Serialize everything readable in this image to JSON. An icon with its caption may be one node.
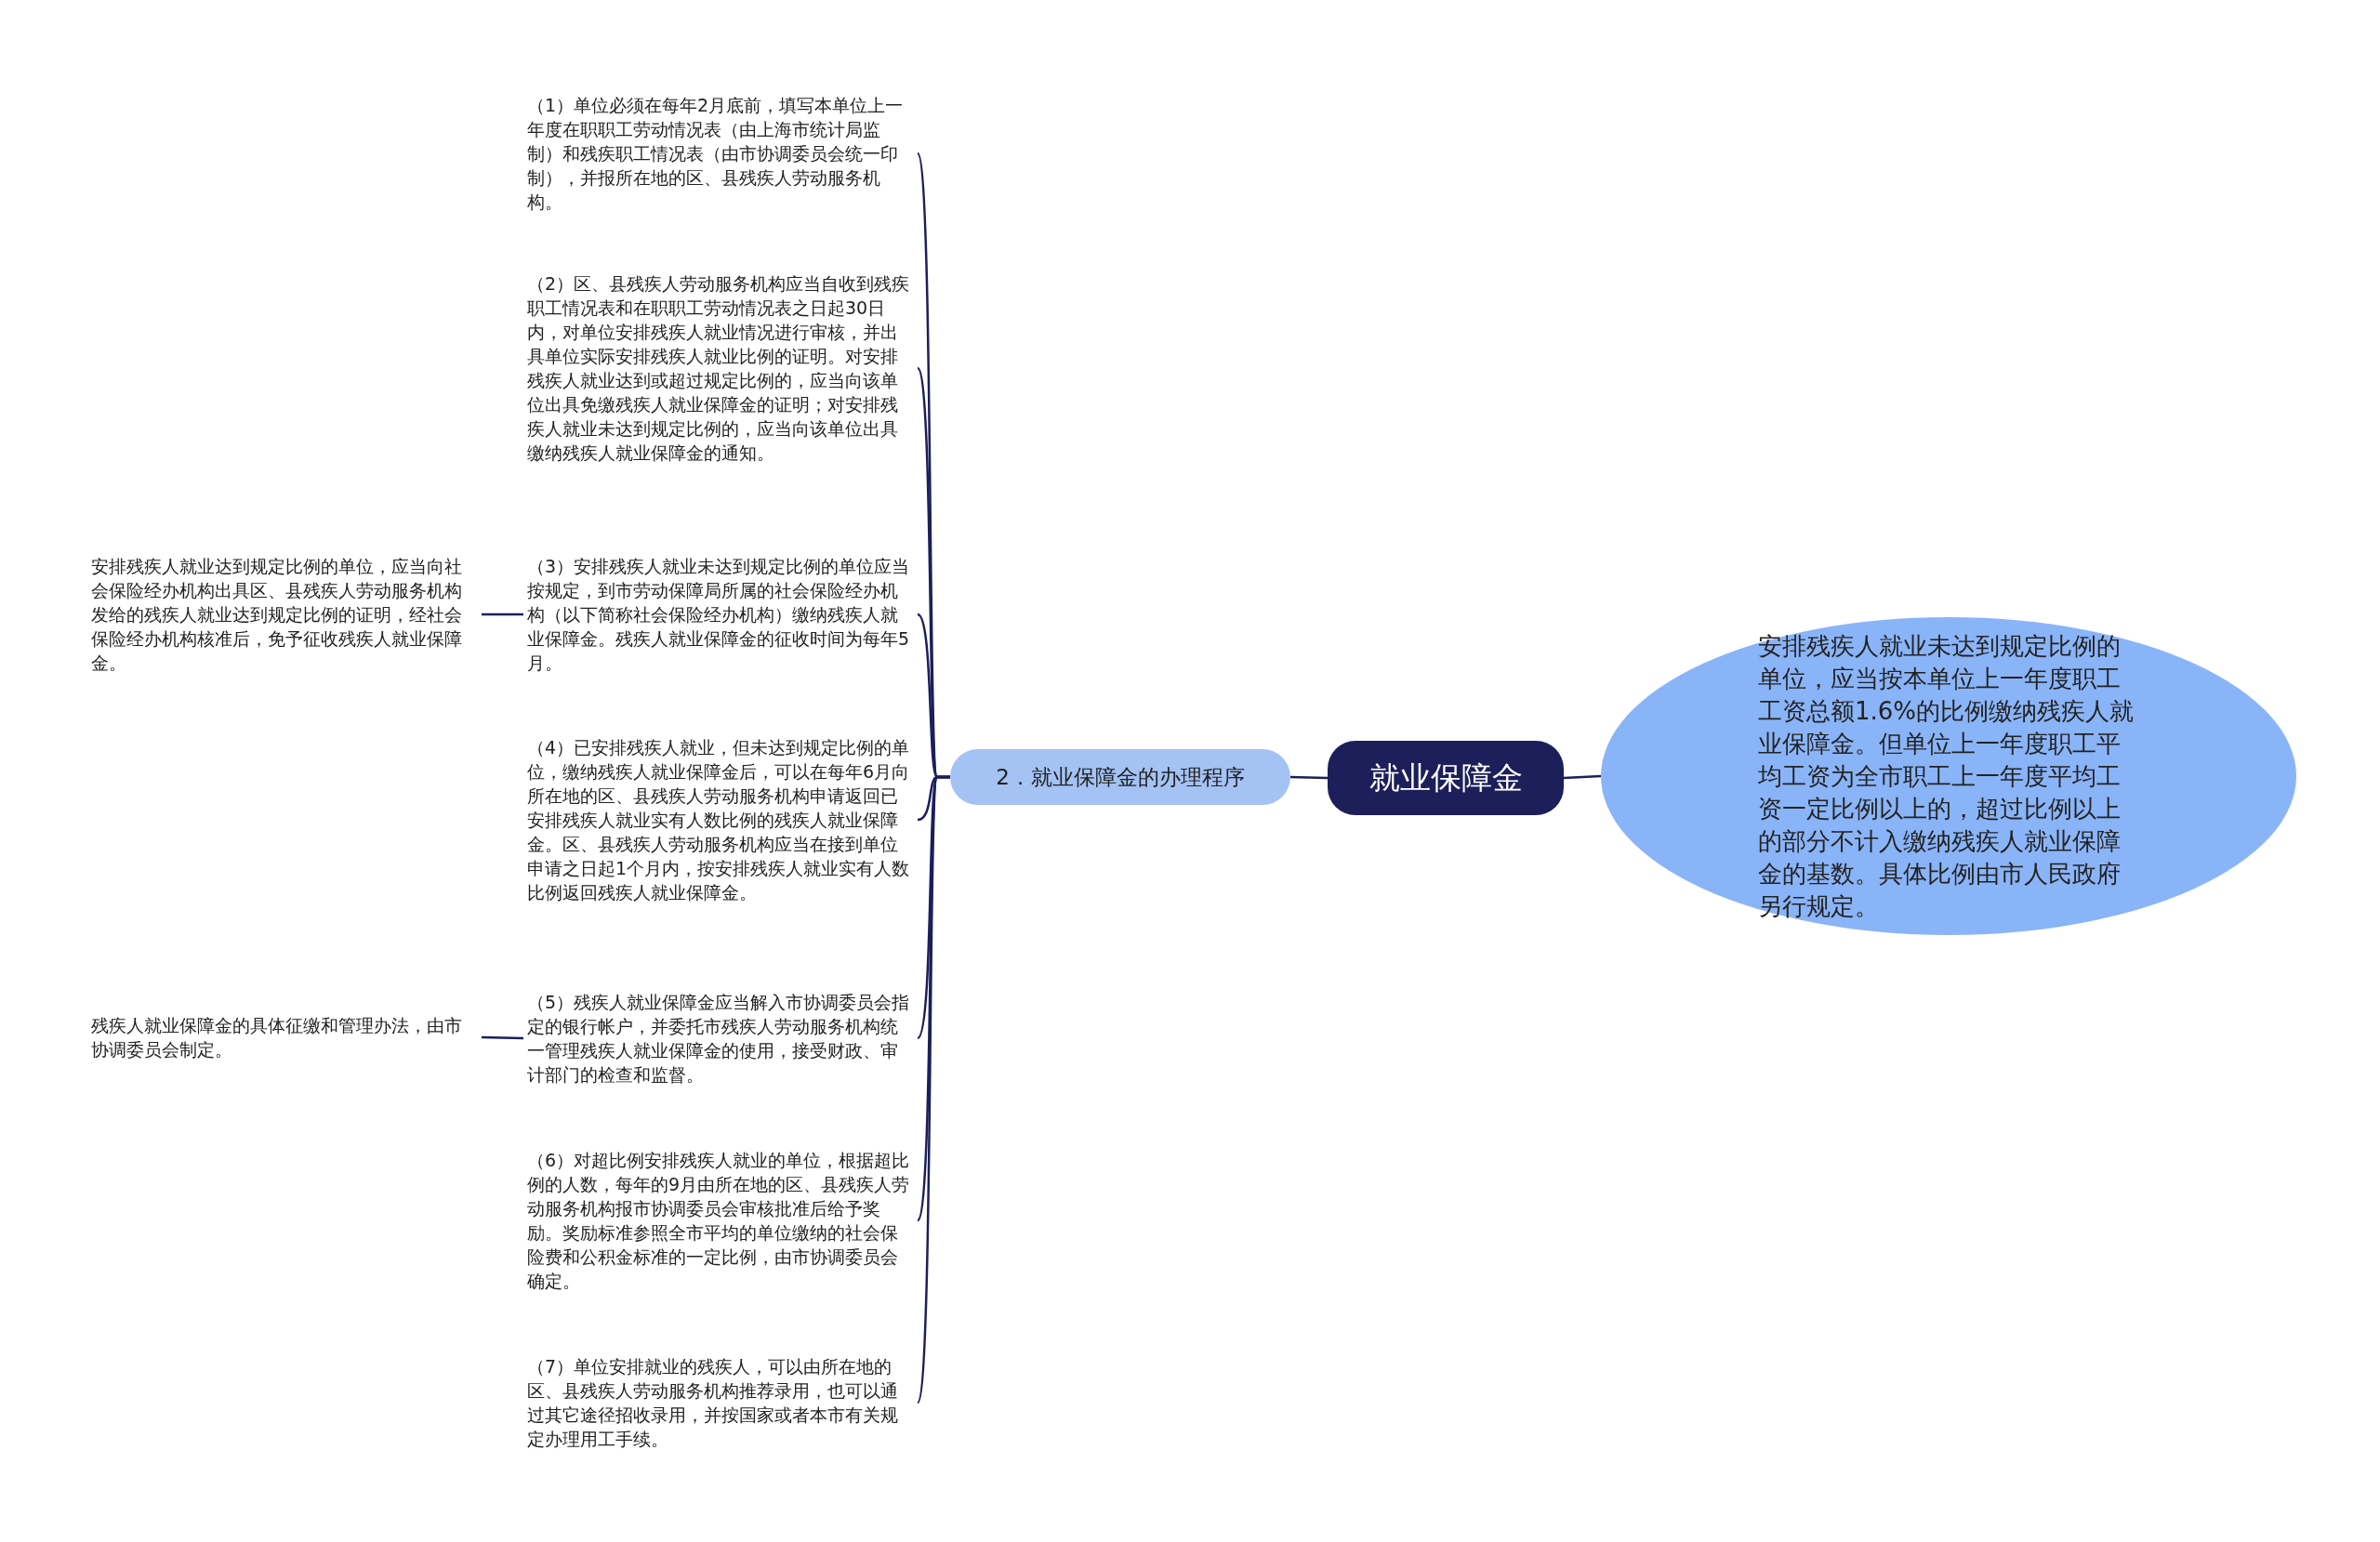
{
  "diagram": {
    "nodes": [
      {
        "text": [
          "就业保障金"
        ]
      },
      {
        "text": [
          "2．就业保障金的办理程序"
        ]
      },
      {
        "text": [
          "（1）单位必须在每年2月底前，填写本单位上一年度在职职工劳动情况表（由上海市统计局监制）和残疾职工情况表（由市协调委员会统一印制），并报所在地的区、县残疾人劳动服务机构。"
        ]
      },
      {
        "text": [
          "（2）区、县残疾人劳动服务机构应当自收到残疾职工情况表和在职职工劳动情况表之日起30日内，对单位安排残疾人就业情况进行审核，并出具单位实际安排残疾人就业比例的证明。对安排残疾人就业达到或超过规定比例的，应当向该单位出具免缴残疾人就业保障金的证明；对安排残疾人就业未达到规定比例的，应当向该单位出具缴纳残疾人就业保障金的通知。"
        ]
      },
      {
        "text": [
          "（3）安排残疾人就业未达到规定比例的单位应当按规定，到市劳动保障局所属的社会保险经办机构（以下简称社会保险经办机构）缴纳残疾人就业保障金。残疾人就业保障金的征收时间为每年5月。"
        ]
      },
      {
        "text": [
          "（4）已安排残疾人就业，但未达到规定比例的单位，缴纳残疾人就业保障金后，可以在每年6月向所在地的区、县残疾人劳动服务机构申请返回已安排残疾人就业实有人数比例的残疾人就业保障金。区、县残疾人劳动服务机构应当在接到单位申请之日起1个月内，按安排残疾人就业实有人数比例返回残疾人就业保障金。"
        ]
      },
      {
        "text": [
          "（5）残疾人就业保障金应当解入市协调委员会指定的银行帐户，并委托市残疾人劳动服务机构统一管理残疾人就业保障金的使用，接受财政、审计部门的检查和监督。"
        ]
      },
      {
        "text": [
          "（6）对超比例安排残疾人就业的单位，根据超比例的人数，每年的9月由所在地的区、县残疾人劳动服务机构报市协调委员会审核批准后给予奖励。奖励标准参照全市平均的单位缴纳的社会保险费和公积金标准的一定比例，由市协调委员会确定。"
        ]
      },
      {
        "text": [
          "（7）单位安排就业的残疾人，可以由所在地的区、县残疾人劳动服务机构推荐录用，也可以通过其它途径招收录用，并按国家或者本市有关规定办理用工手续。"
        ]
      },
      {
        "text": [
          "安排残疾人就业达到规定比例的单位，应当向社会保险经办机构出具区、县残疾人劳动服务机构发给的残疾人就业达到规定比例的证明，经社会保险经办机构核准后，免予征收残疾人就业保障金。"
        ]
      },
      {
        "text": [
          "残疾人就业保障金的具体征缴和管理办法，由市协调委员会制定。"
        ]
      },
      {
        "text": [
          "安排残疾人就业未达到规定比例的单位，应当按本单位上一年度职工工资总额1.6%的比例缴纳残疾人就业保障金。但单位上一年度职工平均工资为全市职工上一年度平均工资一定比例以上的，超过比例以上的部分不计入缴纳残疾人就业保障金的基数。具体比例由市人民政府另行规定。"
        ]
      }
    ],
    "edges": [
      {
        "from": 0,
        "to": 1,
        "arrow": "none"
      },
      {
        "from": 1,
        "to": 2,
        "arrow": "none"
      },
      {
        "from": 1,
        "to": 3,
        "arrow": "none"
      },
      {
        "from": 1,
        "to": 4,
        "arrow": "none"
      },
      {
        "from": 1,
        "to": 5,
        "arrow": "none"
      },
      {
        "from": 1,
        "to": 6,
        "arrow": "none"
      },
      {
        "from": 1,
        "to": 7,
        "arrow": "none"
      },
      {
        "from": 1,
        "to": 8,
        "arrow": "none"
      },
      {
        "from": 4,
        "to": 9,
        "arrow": "none"
      },
      {
        "from": 6,
        "to": 10,
        "arrow": "none"
      },
      {
        "from": 0,
        "to": 11,
        "arrow": "none"
      }
    ]
  }
}
